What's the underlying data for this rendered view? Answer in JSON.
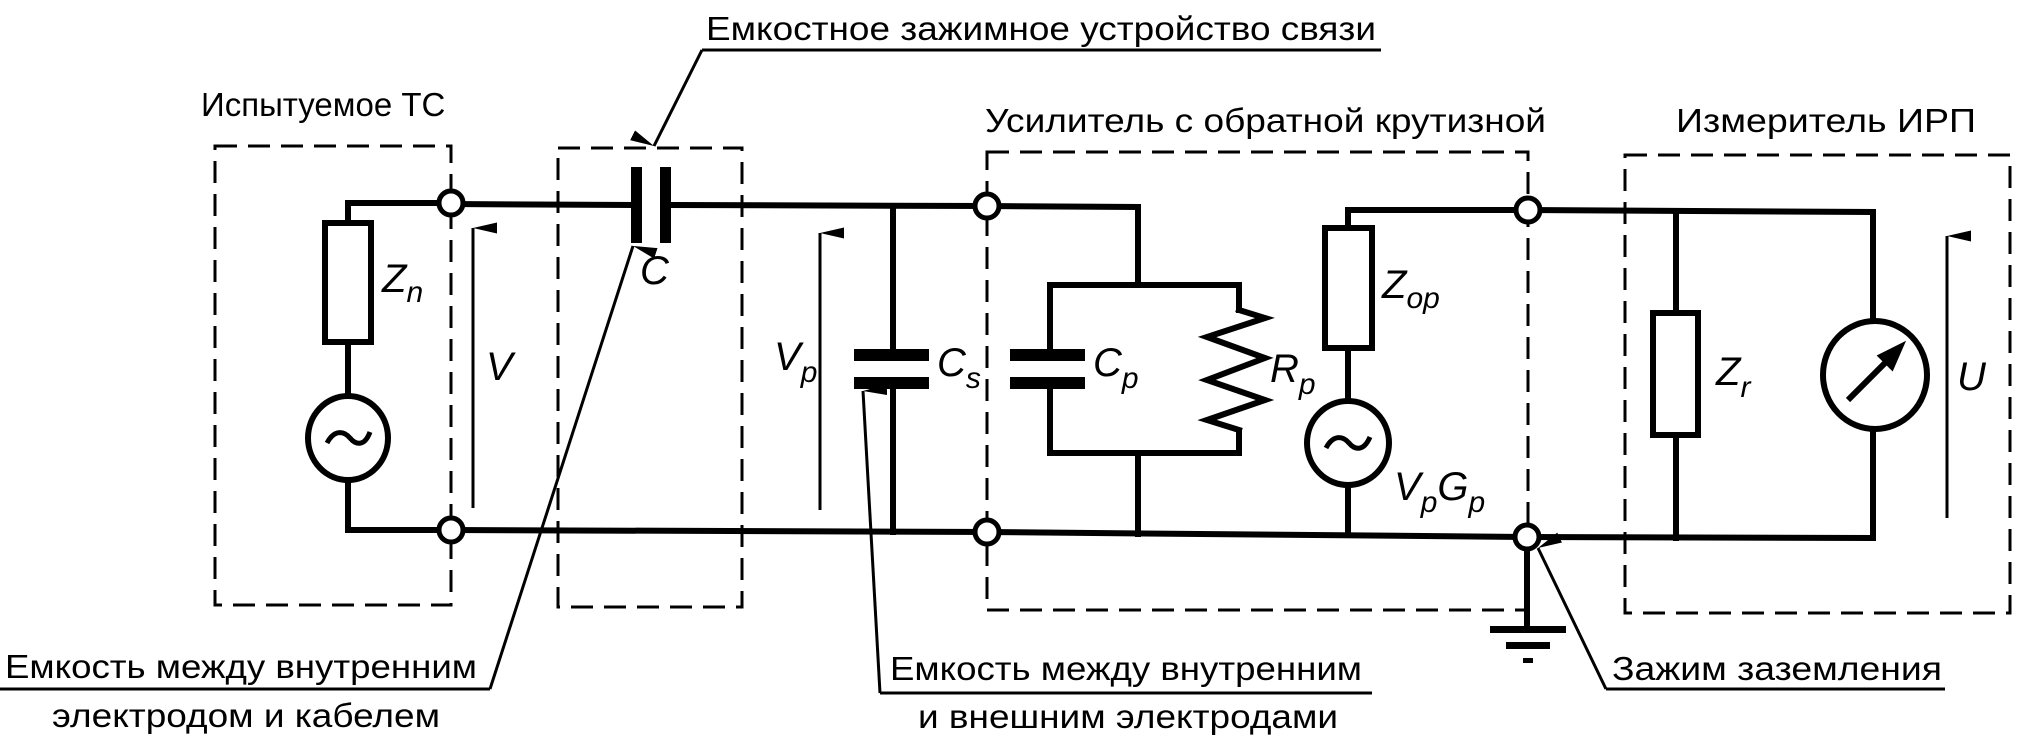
{
  "diagram": {
    "type": "circuit-schematic",
    "language": "ru",
    "blocks": {
      "eut": {
        "title": "Испытуемое ТС"
      },
      "clamp": {
        "title": "Емкостное зажимное устройство связи"
      },
      "amplifier": {
        "title": "Усилитель с обратной крутизной"
      },
      "meter": {
        "title": "Измеритель ИРП"
      }
    },
    "components": {
      "zn": {
        "base": "Z",
        "sub": "n"
      },
      "c": {
        "base": "C"
      },
      "cs": {
        "base": "C",
        "sub": "s"
      },
      "cp": {
        "base": "C",
        "sub": "p"
      },
      "rp": {
        "base": "R",
        "sub": "p"
      },
      "zop": {
        "base": "Z",
        "sub": "op"
      },
      "vpgp": {
        "base1": "V",
        "sub1": "p",
        "base2": "G",
        "sub2": "p"
      },
      "zr": {
        "base": "Z",
        "sub": "r"
      }
    },
    "voltages": {
      "v": {
        "base": "V"
      },
      "vp": {
        "base": "V",
        "sub": "p"
      },
      "u": {
        "base": "U"
      }
    },
    "callouts": {
      "cable_capacitance": {
        "line1": "Емкость между внутренним",
        "line2": "электродом и кабелем"
      },
      "electrode_capacitance": {
        "line1": "Емкость между внутренним",
        "line2": "и внешним электродами"
      },
      "ground_clamp": {
        "line1": "Зажим заземления"
      }
    },
    "icons": {
      "ac_source": "ac-source-icon",
      "meter": "meter-icon",
      "ground": "ground-icon"
    }
  }
}
